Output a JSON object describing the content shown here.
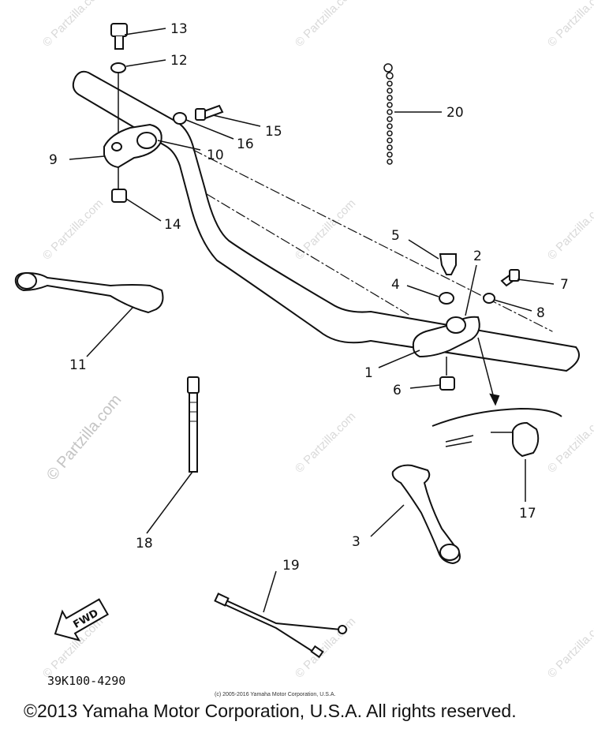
{
  "diagram": {
    "callouts": [
      "1",
      "2",
      "3",
      "4",
      "5",
      "6",
      "7",
      "8",
      "9",
      "10",
      "11",
      "12",
      "13",
      "14",
      "15",
      "16",
      "17",
      "18",
      "19",
      "20"
    ],
    "fwd_label": "FWD",
    "part_code": "39K100-4290",
    "small_credit": "(c) 2005-2016 Yamaha Motor Corporation, U.S.A.",
    "watermark": "© Partzilla.com"
  },
  "footer": {
    "copyright": "©2013 Yamaha Motor Corporation, U.S.A. All rights reserved."
  }
}
